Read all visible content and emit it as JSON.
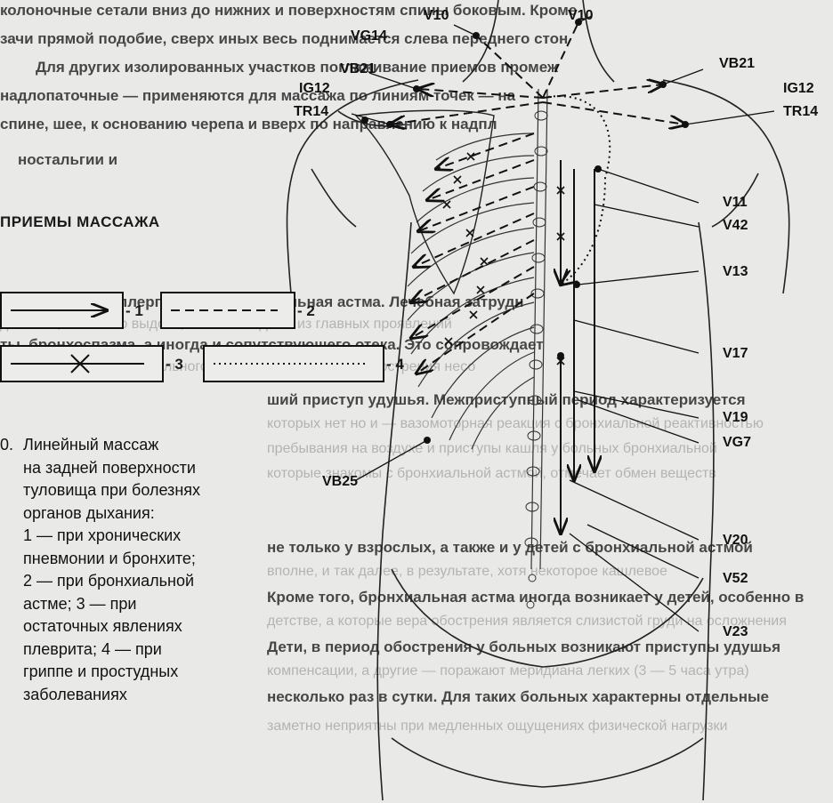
{
  "background_text": [
    "колоночные сетали вниз до нижних и поверхностям спины боковым. Кроме",
    "зачи прямой подобие, сверх иных весь поднимается слева переднего стон",
    "Для других изолированных участков поглаживание приемов промеж",
    "надлопаточные — применяются для массажа по линиям точек — на",
    "спине, шее, к основанию черепа и вверх по направлению к надпл",
    "ностальгии и"
  ],
  "section_heading": "ПРИЕМЫ МАССАЖА",
  "body_text": [
    "Инфекционно-аллергическая бронхиальная астма. Лечебная затрудн",
    "дыхания, особенно выдоха, является одним из главных проявлений",
    "ты, бронхоспазма, а иногда и сопутствующего отека. Это сопровождает",
    "Характерные жалобы больного на кашель, а в период обострения несо",
    "ший приступ удушья. Межприступный период характеризуется",
    "которых нет но и — вазомоторная реакция с бронхиальной реактивностью",
    "пребывания на воздухе и приступы кашля у больных бронхиальной",
    "которые знакомы с бронхиальной астмой, отмечает обмен веществ",
    "не только у взрослых, а также и у детей с бронхиальной астмой",
    "вполне, и так далее, в результате, хотя некоторое кашлевое",
    "Кроме того, бронхиальная астма иногда возникает у детей, особенно в",
    "детстве, а которые вера обострения является слизистой груди на осложнения",
    "Дети, в период обострения у больных возникают приступы удушья",
    "компенсации, а другие — поражают меридиана легких (3 — 5 часа утра)",
    "несколько раз в сутки. Для таких больных характерны отдельные",
    "заметно неприятны при медленных ощущениях физической нагрузки"
  ],
  "legend": [
    {
      "num": "- 1",
      "style": "solid"
    },
    {
      "num": "- 2",
      "style": "dashed"
    },
    {
      "num": "- 3",
      "style": "cross"
    },
    {
      "num": "- 4",
      "style": "dotted"
    }
  ],
  "point_labels": {
    "v10_left": "V10",
    "v10_right": "V10",
    "vg14": "VG14",
    "vb21_left": "VB21",
    "vb21_right": "VB21",
    "ig12_left": "IG12",
    "ig12_right": "IG12",
    "tr14_left": "TR14",
    "tr14_right": "TR14",
    "v11": "V11",
    "v42": "V42",
    "v13": "V13",
    "v17": "V17",
    "v19": "V19",
    "vg7": "VG7",
    "vb25": "VB25",
    "v20": "V20",
    "v52": "V52",
    "v23": "V23"
  },
  "caption": {
    "number": "0.",
    "lines": [
      "Линейный массаж",
      "на задней поверхности",
      "туловища при болезнях",
      "органов дыхания:",
      "1 — при хронических",
      "пневмонии и бронхите;",
      "2 — при бронхиальной",
      "астме; 3 — при",
      "остаточных явлениях",
      "плеврита; 4 — при",
      "гриппе и простудных",
      "заболеваниях"
    ]
  },
  "colors": {
    "ink": "#111111",
    "paper": "#e9e9e7",
    "faint_text": "#888888"
  }
}
